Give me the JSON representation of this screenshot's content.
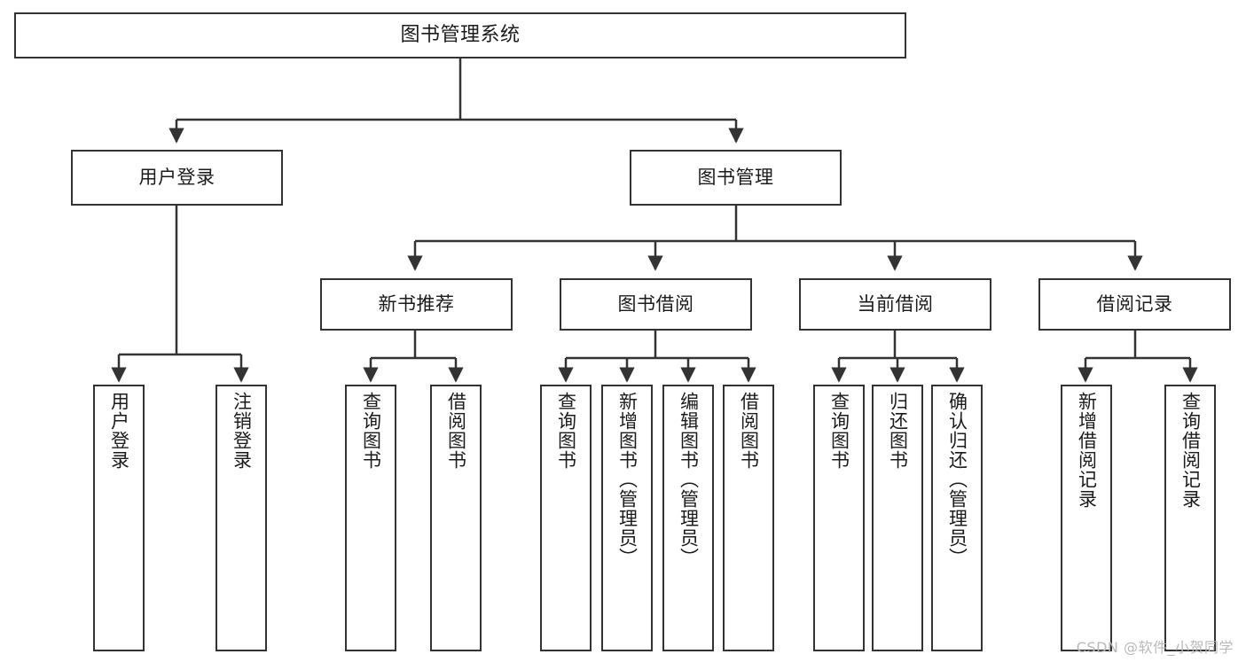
{
  "diagram": {
    "type": "tree",
    "title": "图书管理系统",
    "watermark": "CSDN @软件_小贺同学",
    "colors": {
      "background": "#ffffff",
      "node_border": "#333333",
      "node_fill": "#ffffff",
      "edge": "#333333",
      "text": "#1b1b1b",
      "watermark": "#b9b9b9"
    },
    "nodes": {
      "root": {
        "label": "图书管理系统"
      },
      "level2": [
        {
          "id": "user-login",
          "label": "用户登录"
        },
        {
          "id": "book-manage",
          "label": "图书管理"
        }
      ],
      "level3": [
        {
          "id": "new-book-recommend",
          "label": "新书推荐"
        },
        {
          "id": "book-borrow",
          "label": "图书借阅"
        },
        {
          "id": "current-borrow",
          "label": "当前借阅"
        },
        {
          "id": "borrow-record",
          "label": "借阅记录"
        }
      ],
      "leaves": {
        "user-login": [
          {
            "id": "leaf-user-login",
            "label": "用户登录"
          },
          {
            "id": "leaf-user-logout",
            "label": "注销登录"
          }
        ],
        "new-book-recommend": [
          {
            "id": "leaf-query-book-1",
            "label": "查询图书"
          },
          {
            "id": "leaf-borrow-book-1",
            "label": "借阅图书"
          }
        ],
        "book-borrow": [
          {
            "id": "leaf-query-book-2",
            "label": "查询图书"
          },
          {
            "id": "leaf-add-book",
            "label": "新增图书（管理员）"
          },
          {
            "id": "leaf-edit-book",
            "label": "编辑图书（管理员）"
          },
          {
            "id": "leaf-borrow-book-2",
            "label": "借阅图书"
          }
        ],
        "current-borrow": [
          {
            "id": "leaf-query-book-3",
            "label": "查询图书"
          },
          {
            "id": "leaf-return-book",
            "label": "归还图书"
          },
          {
            "id": "leaf-confirm-return",
            "label": "确认归还（管理员）"
          }
        ],
        "borrow-record": [
          {
            "id": "leaf-add-record",
            "label": "新增借阅记录"
          },
          {
            "id": "leaf-query-record",
            "label": "查询借阅记录"
          }
        ]
      }
    },
    "edges": [
      {
        "from": "图书管理系统",
        "to": "用户登录"
      },
      {
        "from": "图书管理系统",
        "to": "图书管理"
      },
      {
        "from": "用户登录",
        "to": "用户登录"
      },
      {
        "from": "用户登录",
        "to": "注销登录"
      },
      {
        "from": "图书管理",
        "to": "新书推荐"
      },
      {
        "from": "图书管理",
        "to": "图书借阅"
      },
      {
        "from": "图书管理",
        "to": "当前借阅"
      },
      {
        "from": "图书管理",
        "to": "借阅记录"
      },
      {
        "from": "新书推荐",
        "to": "查询图书"
      },
      {
        "from": "新书推荐",
        "to": "借阅图书"
      },
      {
        "from": "图书借阅",
        "to": "查询图书"
      },
      {
        "from": "图书借阅",
        "to": "新增图书（管理员）"
      },
      {
        "from": "图书借阅",
        "to": "编辑图书（管理员）"
      },
      {
        "from": "图书借阅",
        "to": "借阅图书"
      },
      {
        "from": "当前借阅",
        "to": "查询图书"
      },
      {
        "from": "当前借阅",
        "to": "归还图书"
      },
      {
        "from": "当前借阅",
        "to": "确认归还（管理员）"
      },
      {
        "from": "借阅记录",
        "to": "新增借阅记录"
      },
      {
        "from": "借阅记录",
        "to": "查询借阅记录"
      }
    ]
  }
}
